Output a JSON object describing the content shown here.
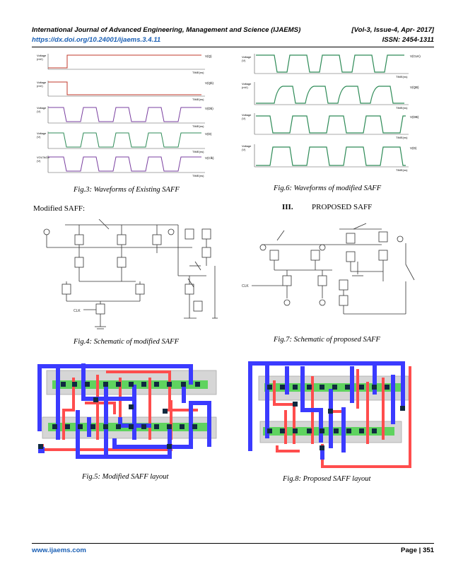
{
  "header": {
    "journal": "International Journal of Advanced Engineering, Management and Science (IJAEMS)",
    "issue": "[Vol-3, Issue-4, Apr- 2017]",
    "doi": "https://dx.doi.org/10.24001/ijaems.3.4.11",
    "issn": "ISSN: 2454-1311"
  },
  "captions": {
    "fig3": "Fig.3: Waveforms of Existing SAFF",
    "fig6": "Fig.6: Waveforms of modified SAFF",
    "fig4": "Fig.4: Schematic of modified SAFF",
    "fig7": "Fig.7: Schematic of proposed SAFF",
    "fig5": "Fig.5: Modified SAFF layout",
    "fig8": "Fig.8: Proposed SAFF layout"
  },
  "body_text": {
    "modified_heading": "Modified SAFF:",
    "section_number": "III.",
    "section_title": "PROPOSED SAFF"
  },
  "footer": {
    "website": "www.ijaems.com",
    "page_label": "Page | 351"
  }
}
